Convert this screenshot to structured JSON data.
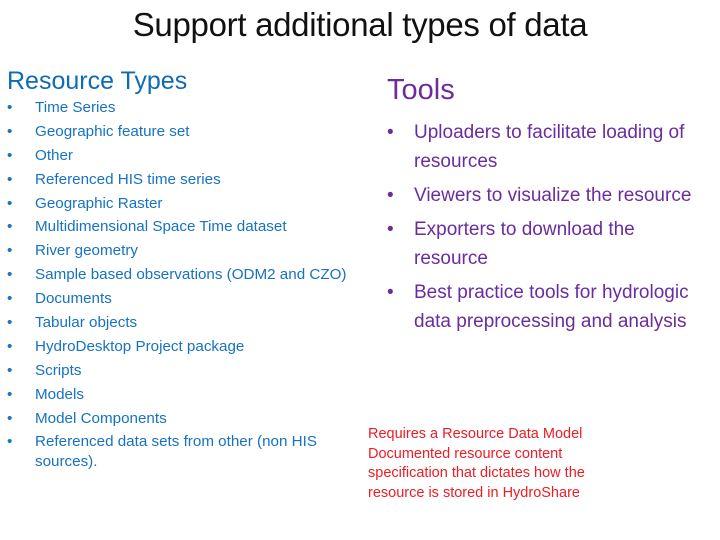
{
  "slide": {
    "title": "Support additional types of data",
    "colors": {
      "title": "#111111",
      "resource_types": "#1672c2",
      "tools": "#6a2c9e",
      "note": "#ee1c24"
    },
    "resource_types": {
      "heading": "Resource Types",
      "bullet": "•",
      "items": [
        "Time Series",
        "Geographic feature set",
        "Other",
        "Referenced HIS time series",
        "Geographic Raster",
        "Multidimensional Space Time dataset",
        "River geometry",
        "Sample based observations (ODM2 and CZO)",
        "Documents",
        "Tabular objects",
        "HydroDesktop Project package",
        "Scripts",
        "Models",
        "Model Components",
        "Referenced data sets from other (non HIS sources)."
      ]
    },
    "tools": {
      "heading": "Tools",
      "bullet": "•",
      "items": [
        "Uploaders to facilitate loading of resources",
        "Viewers to visualize the resource",
        "Exporters to download the resource",
        "Best practice tools for hydrologic data preprocessing and analysis"
      ]
    },
    "note": {
      "lines": [
        "Requires a Resource Data Model",
        "Documented resource content",
        "specification that dictates how the",
        "resource is stored in HydroShare"
      ]
    }
  }
}
